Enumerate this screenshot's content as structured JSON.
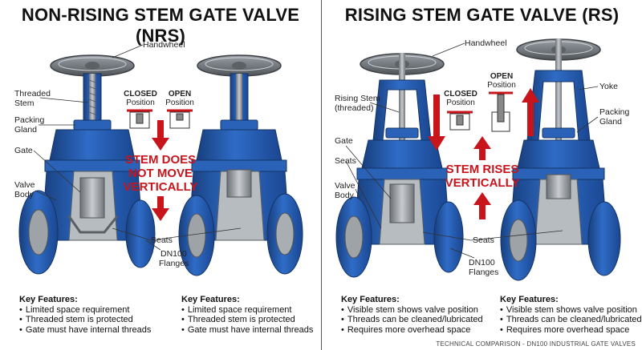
{
  "left": {
    "title": "NON-RISING STEM GATE VALVE (NRS)",
    "labels": {
      "handwheel": "Handwheel",
      "threaded_stem_1": "Threaded",
      "threaded_stem_2": "Stem",
      "packing_gland_1": "Packing",
      "packing_gland_2": "Gland",
      "gate": "Gate",
      "valve_body_1": "Valve",
      "valve_body_2": "Body",
      "seats": "Seats",
      "flanges_1": "DN100",
      "flanges_2": "Flanges"
    },
    "closed": {
      "title": "CLOSED",
      "sub": "Position"
    },
    "open": {
      "title": "OPEN",
      "sub": "Position"
    },
    "callout_1": "STEM DOES",
    "callout_2": "NOT MOVE",
    "callout_3": "VERTICALLY",
    "features_a": {
      "heading": "Key Features:",
      "items": [
        "Limited space requirement",
        "Threaded stem is protected",
        "Gate must have internal threads"
      ]
    },
    "features_b": {
      "heading": "Key Features:",
      "items": [
        "Limited space requirement",
        "Threaded stem is protected",
        "Gate must have internal threads"
      ]
    }
  },
  "right": {
    "title": "RISING STEM GATE VALVE (RS)",
    "labels": {
      "handwheel": "Handwheel",
      "rising_stem_1": "Rising Stem",
      "rising_stem_2": "(threaded)",
      "yoke": "Yoke",
      "packing_gland_1": "Packing",
      "packing_gland_2": "Gland",
      "gate": "Gate",
      "seats_left": "Seats",
      "valve_body_1": "Valve",
      "valve_body_2": "Body",
      "seats": "Seats",
      "flanges_1": "DN100",
      "flanges_2": "Flanges"
    },
    "closed": {
      "title": "CLOSED",
      "sub": "Position"
    },
    "open": {
      "title": "OPEN",
      "sub": "Position"
    },
    "callout_1": "STEM RISES",
    "callout_2": "VERTICALLY",
    "features_a": {
      "heading": "Key Features:",
      "items": [
        "Visible stem shows valve position",
        "Threads can be cleaned/lubricated",
        "Requires more overhead space"
      ]
    },
    "features_b": {
      "heading": "Key Features:",
      "items": [
        "Visible stem shows valve position",
        "Threads can be cleaned/lubricated",
        "Requires more overhead space"
      ]
    }
  },
  "footer": "TECHNICAL COMPARISON - DN100 INDUSTRIAL GATE VALVES",
  "colors": {
    "valve_blue": "#2a62b8",
    "valve_dark": "#183f7e",
    "steel": "#8c9196",
    "accent_red": "#c8141b"
  }
}
